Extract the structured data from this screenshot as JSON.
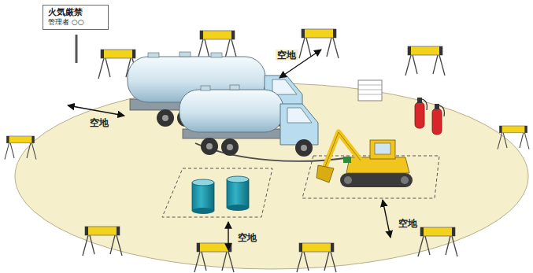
{
  "diagram": {
    "nodes": [
      {
        "text": [
          "火気厳禁",
          "管理者 ○○"
        ]
      }
    ],
    "labels": [
      "空地",
      "空地",
      "空地",
      "空地"
    ]
  }
}
